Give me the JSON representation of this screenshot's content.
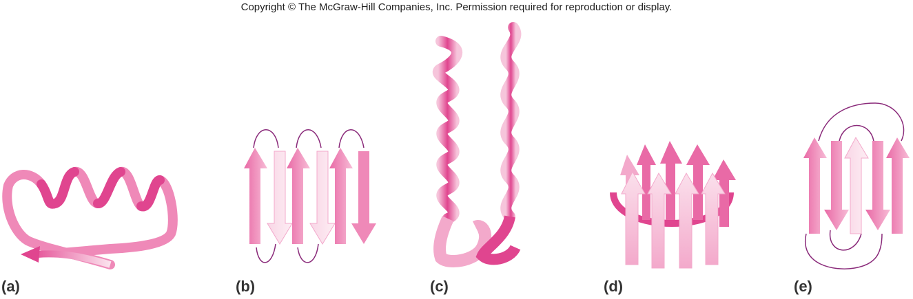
{
  "copyright": "Copyright © The McGraw-Hill Companies, Inc. Permission required for reproduction or display.",
  "panels": [
    {
      "label": "(a)"
    },
    {
      "label": "(b)"
    },
    {
      "label": "(c)"
    },
    {
      "label": "(d)"
    },
    {
      "label": "(e)"
    }
  ],
  "colors": {
    "dark": "#e0458f",
    "mid": "#ef89b8",
    "light": "#f9d3e3",
    "loop": "#8a2a7a"
  }
}
